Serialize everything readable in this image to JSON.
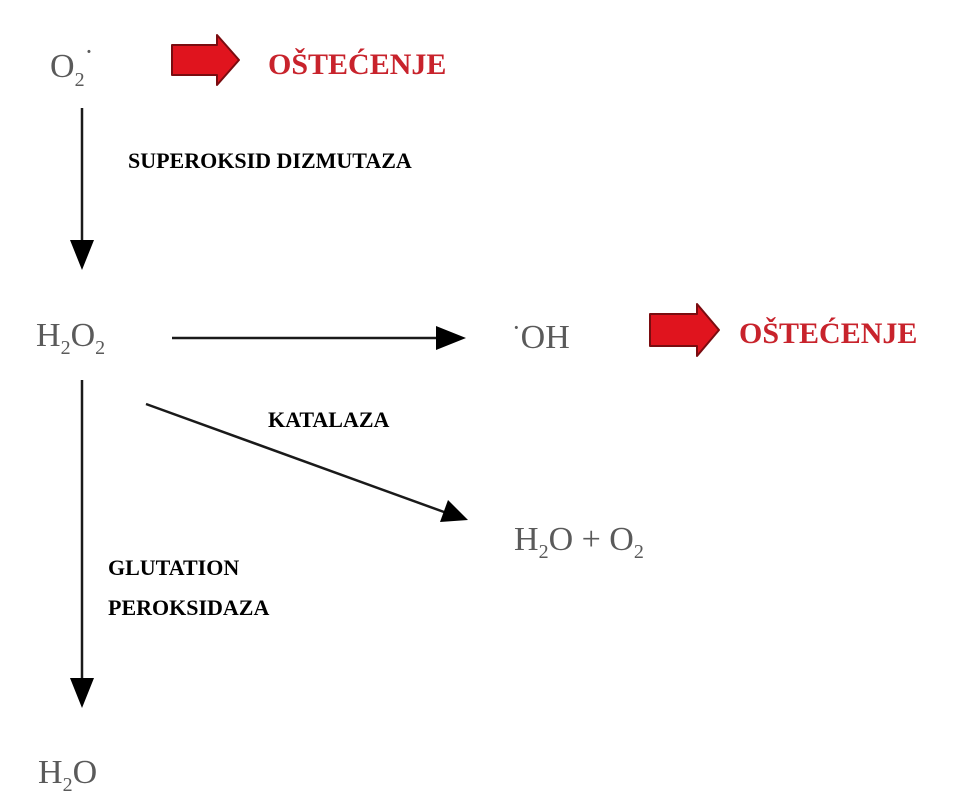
{
  "colors": {
    "damage_text": "#c8232c",
    "damage_arrow_fill": "#e0141e",
    "damage_arrow_edge": "#7a0c10",
    "species_text": "#5a5a5a",
    "enzyme_text": "#000000",
    "arrow_line": "#1a1a1a"
  },
  "species": {
    "superoxide": {
      "base": "O",
      "sub": "2",
      "sup": "·"
    },
    "hydrogen_peroxide": {
      "p1": "H",
      "s1": "2",
      "p2": "O",
      "s2": "2"
    },
    "hydroxyl": {
      "dot": "·",
      "base": "OH"
    },
    "water_oxygen": {
      "p1": "H",
      "s1": "2",
      "p2": "O + O",
      "s2": "2"
    },
    "water": {
      "p1": "H",
      "s1": "2",
      "p2": "O"
    }
  },
  "enzymes": {
    "sod": "SUPEROKSID DIZMUTAZA",
    "catalase": "KATALAZA",
    "gpx_line1": "GLUTATION",
    "gpx_line2": "PEROKSIDAZA"
  },
  "damage": {
    "top": "OŠTEĆENJE",
    "right": "OŠTEĆENJE"
  },
  "icons": {
    "damage_arrow": "red-block-arrow-icon",
    "flow_arrow": "black-arrowhead-icon"
  }
}
